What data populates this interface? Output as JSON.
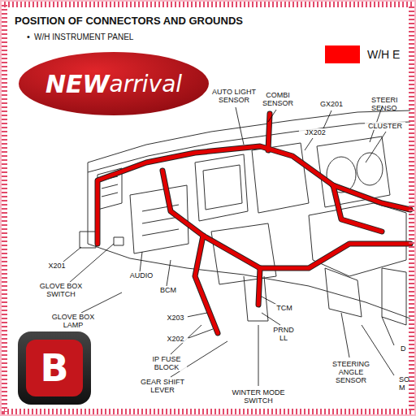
{
  "diagram": {
    "title": "POSITION OF CONNECTORS AND GROUNDS",
    "nodes": [
      {
        "text": [
          "NEW",
          "arrival"
        ]
      },
      {
        "text": [
          "B"
        ]
      }
    ],
    "labels": [
      "•",
      "W/H INSTRUMENT PANEL",
      "AUTO LIGHT SENSOR",
      "COMBI SENSOR",
      "GX201",
      "STEERI SENSO",
      "JX202",
      "CLUSTER",
      "X201",
      "GLOVE BOX SWITCH",
      "AUDIO",
      "BCM",
      "GLOVE BOX LAMP",
      "X203",
      "X202",
      "IP FUSE BLOCK",
      "GEAR SHIFT LEVER",
      "PRND LL",
      "TCM",
      "WINTER MODE SWITCH",
      "STEERING ANGLE SENSOR",
      "D",
      "SO M"
    ],
    "legend": [
      {
        "text": "W/H E",
        "color": "#ff0000"
      }
    ]
  }
}
